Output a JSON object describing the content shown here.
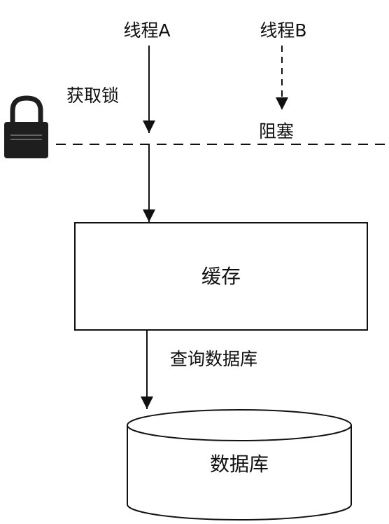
{
  "threads": {
    "a_label": "线程A",
    "b_label": "线程B"
  },
  "labels": {
    "acquire_lock": "获取锁",
    "blocked": "阻塞",
    "query_db": "查询数据库"
  },
  "cache": {
    "label": "缓存"
  },
  "database": {
    "label": "数据库"
  },
  "icons": {
    "lock": "lock-icon"
  },
  "colors": {
    "stroke": "#111111",
    "lock_body": "#1e1e1e",
    "background": "#ffffff"
  }
}
